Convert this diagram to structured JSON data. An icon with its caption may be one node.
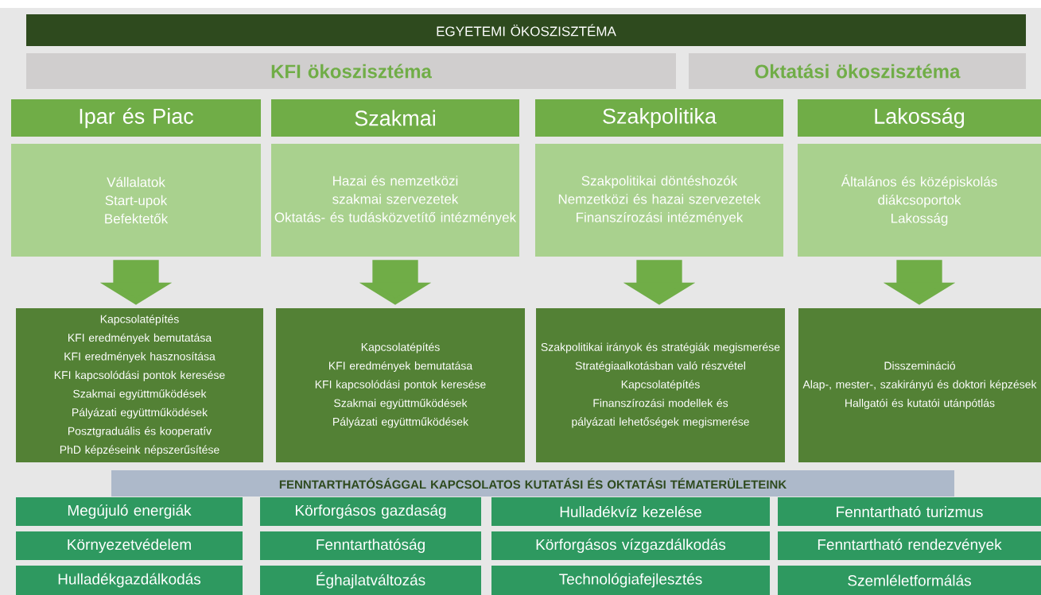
{
  "diagram": {
    "nodes": [
      {
        "text": [
          "EGYETEMI ÖKOSZISZTÉMA"
        ]
      },
      {
        "text": [
          "KFI ökoszisztéma"
        ]
      },
      {
        "text": [
          "Oktatási ökoszisztéma"
        ]
      },
      {
        "text": [
          "Ipar és Piac"
        ]
      },
      {
        "text": [
          "Szakmai"
        ]
      },
      {
        "text": [
          "Szakpolitika"
        ]
      },
      {
        "text": [
          "Lakosság"
        ]
      },
      {
        "text": [
          "Vállalatok",
          "Start-upok",
          "Befektetők"
        ]
      },
      {
        "text": [
          "Hazai és nemzetközi szakmai szervezetek",
          "Oktatás- és tudásközvetítő intézmények"
        ]
      },
      {
        "text": [
          "Szakpolitikai döntéshozók",
          "Nemzetközi és hazai szervezetek",
          "Finanszírozási intézmények"
        ]
      },
      {
        "text": [
          "Általános és középiskolás diákcsoportok",
          "Lakosság"
        ]
      },
      {
        "text": [
          "Kapcsolatépítés",
          "KFI eredmények bemutatása",
          "KFI eredmények hasznosítása",
          "KFI kapcsolódási pontok keresése",
          "Szakmai együttműködések",
          "Pályázati együttműködések",
          "Posztgraduális és kooperatív PhD képzéseink népszerűsítése"
        ]
      },
      {
        "text": [
          "Kapcsolatépítés",
          "KFI eredmények bemutatása",
          "KFI kapcsolódási pontok keresése",
          "Szakmai együttműködések",
          "Pályázati együttműködések"
        ]
      },
      {
        "text": [
          "Szakpolitikai irányok és stratégiák megismerése",
          "Stratégiaalkotásban való részvétel",
          "Kapcsolatépítés",
          "Finanszírozási modellek és pályázati lehetőségek megismerése"
        ]
      },
      {
        "text": [
          "Disszemináció",
          "Alap-, mester-, szakirányú és doktori képzések",
          "Hallgatói és kutatói utánpótlás"
        ]
      },
      {
        "text": [
          "FENNTARTHATÓSÁGGAL KAPCSOLATOS KUTATÁSI ÉS OKTATÁSI TÉMATERÜLETEINK"
        ]
      },
      {
        "text": [
          "Megújuló energiák"
        ]
      },
      {
        "text": [
          "Körforgásos gazdaság"
        ]
      },
      {
        "text": [
          "Hulladékvíz kezelése"
        ]
      },
      {
        "text": [
          "Fenntartható turizmus"
        ]
      },
      {
        "text": [
          "Környezetvédelem"
        ]
      },
      {
        "text": [
          "Fenntarthatóság"
        ]
      },
      {
        "text": [
          "Körforgásos vízgazdálkodás"
        ]
      },
      {
        "text": [
          "Fenntartható rendezvények"
        ]
      },
      {
        "text": [
          "Hulladékgazdálkodás"
        ]
      },
      {
        "text": [
          "Éghajlatváltozás"
        ]
      },
      {
        "text": [
          "Technológiafejlesztés"
        ]
      },
      {
        "text": [
          "Szemléletformálás"
        ]
      }
    ],
    "edges": [
      {
        "from": 7,
        "to": 11,
        "arrow": "to"
      },
      {
        "from": 8,
        "to": 12,
        "arrow": "to"
      },
      {
        "from": 9,
        "to": 13,
        "arrow": "to"
      },
      {
        "from": 10,
        "to": 14,
        "arrow": "to"
      }
    ]
  }
}
